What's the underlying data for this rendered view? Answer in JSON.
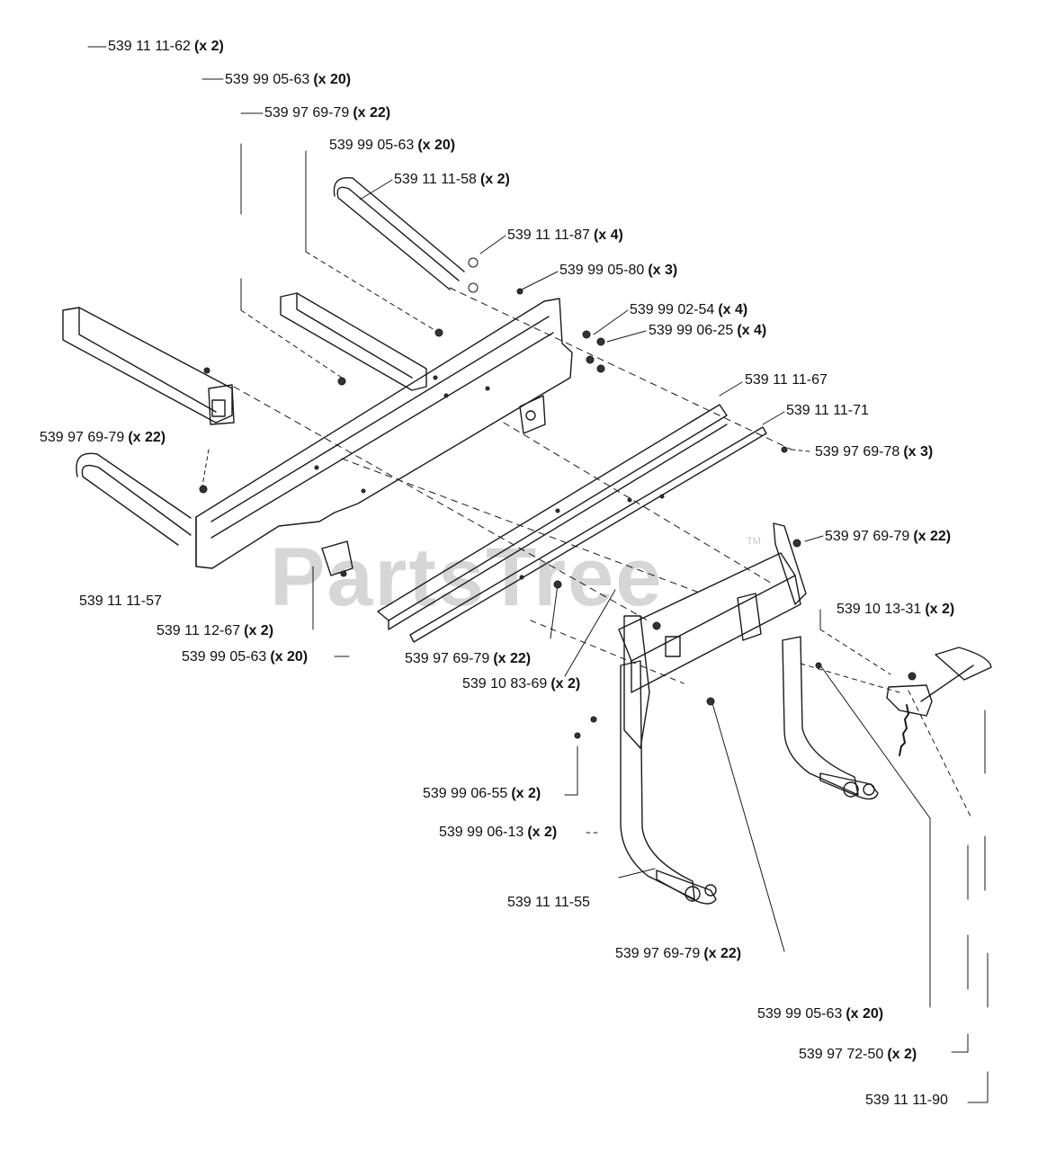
{
  "watermark": {
    "text": "PartsTree",
    "tm": "TM"
  },
  "callouts": [
    {
      "id": "c1",
      "part": "539 11 11-62",
      "qty": "(x 2)"
    },
    {
      "id": "c2",
      "part": "539 99 05-63",
      "qty": "(x 20)"
    },
    {
      "id": "c3",
      "part": "539 97 69-79",
      "qty": "(x 22)"
    },
    {
      "id": "c4",
      "part": "539 99 05-63",
      "qty": "(x 20)"
    },
    {
      "id": "c5",
      "part": "539 11 11-58",
      "qty": "(x 2)"
    },
    {
      "id": "c6",
      "part": "539 11 11-87",
      "qty": "(x 4)"
    },
    {
      "id": "c7",
      "part": "539 99 05-80",
      "qty": "(x 3)"
    },
    {
      "id": "c8",
      "part": "539 99 02-54",
      "qty": "(x 4)"
    },
    {
      "id": "c9",
      "part": "539 99 06-25",
      "qty": "(x 4)"
    },
    {
      "id": "c10",
      "part": "539 11 11-67",
      "qty": ""
    },
    {
      "id": "c11",
      "part": "539 11 11-71",
      "qty": ""
    },
    {
      "id": "c12",
      "part": "539 97 69-79",
      "qty": "(x 22)"
    },
    {
      "id": "c13",
      "part": "539 97 69-78",
      "qty": "(x 3)"
    },
    {
      "id": "c14",
      "part": "539 97 69-79",
      "qty": "(x 22)"
    },
    {
      "id": "c15",
      "part": "539 10 13-31",
      "qty": "(x 2)"
    },
    {
      "id": "c16",
      "part": "539 11 11-57",
      "qty": ""
    },
    {
      "id": "c17",
      "part": "539 11 12-67",
      "qty": "(x 2)"
    },
    {
      "id": "c18",
      "part": "539 99 05-63",
      "qty": "(x 20)"
    },
    {
      "id": "c19",
      "part": "539 97 69-79",
      "qty": "(x 22)"
    },
    {
      "id": "c20",
      "part": "539 10 83-69",
      "qty": "(x 2)"
    },
    {
      "id": "c21",
      "part": "539 99 06-55",
      "qty": "(x 2)"
    },
    {
      "id": "c22",
      "part": "539 99 06-13",
      "qty": "(x 2)"
    },
    {
      "id": "c23",
      "part": "539 11 11-55",
      "qty": ""
    },
    {
      "id": "c24",
      "part": "539 97 69-79",
      "qty": "(x 22)"
    },
    {
      "id": "c25",
      "part": "539 99 05-63",
      "qty": "(x 20)"
    },
    {
      "id": "c26",
      "part": "539 97 72-50",
      "qty": "(x 2)"
    },
    {
      "id": "c27",
      "part": "539 11 11-90",
      "qty": ""
    }
  ]
}
